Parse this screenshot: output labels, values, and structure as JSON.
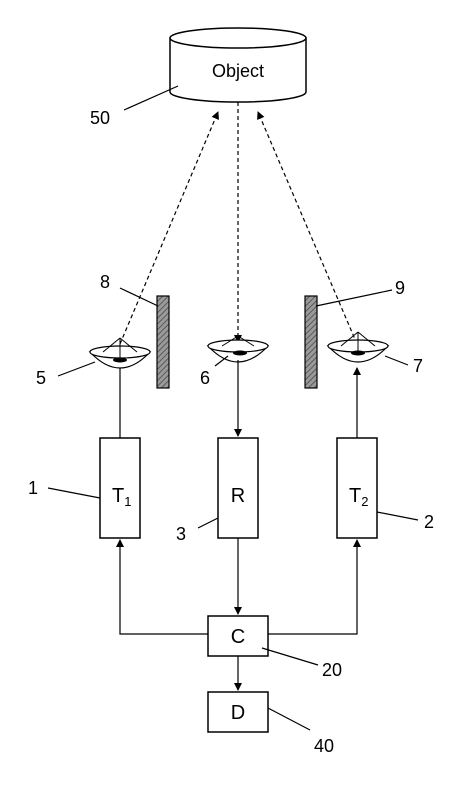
{
  "object": {
    "label": "Object",
    "ref": "50"
  },
  "blocks": {
    "t1": {
      "letter": "T",
      "sub": "1",
      "ref": "1"
    },
    "r": {
      "letter": "R",
      "ref": "3"
    },
    "t2": {
      "letter": "T",
      "sub": "2",
      "ref": "2"
    },
    "c": {
      "letter": "C",
      "ref": "20"
    },
    "d": {
      "letter": "D",
      "ref": "40"
    }
  },
  "lenses": {
    "left": {
      "ref": "5"
    },
    "center": {
      "ref": "6"
    },
    "right": {
      "ref": "7"
    }
  },
  "shields": {
    "left": {
      "ref": "8"
    },
    "right": {
      "ref": "9"
    }
  },
  "colors": {
    "line": "#000000",
    "shield_fill": "#8a8a8a",
    "background": "#ffffff"
  }
}
